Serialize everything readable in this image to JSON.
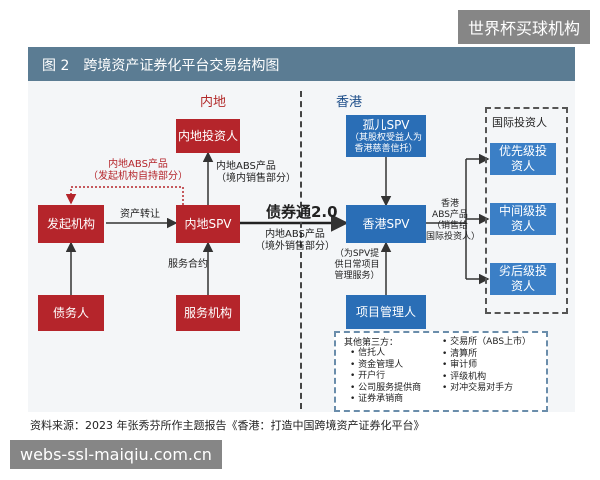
{
  "watermark_top": "世界杯买球机构",
  "watermark_bottom": "webs-ssl-maiqiu.com.cn",
  "figure": {
    "title": "图 2　跨境资产证券化平台交易结构图",
    "source": "资料来源：2023 年张秀芬所作主题报告《香港：打造中国跨境资产证券化平台》"
  },
  "regions": {
    "mainland": "内地",
    "hongkong": "香港"
  },
  "boxes": {
    "mainland_investor": "内地投资人",
    "originator": "发起机构",
    "mainland_spv": "内地SPV",
    "debtor": "债务人",
    "servicer": "服务机构",
    "orphan_spv": "孤儿SPV",
    "orphan_spv_note": "（其股权受益人为香港慈善信托）",
    "hk_spv": "香港SPV",
    "project_manager": "项目管理人",
    "intl_investors_label": "国际投资人",
    "senior": "优先级投资人",
    "mezzanine": "中间级投资人",
    "junior": "劣后级投资人"
  },
  "edge_labels": {
    "self_hold_1": "内地ABS产品",
    "self_hold_2": "（发起机构自持部分）",
    "domestic_sale_1": "内地ABS产品",
    "domestic_sale_2": "（境内销售部分）",
    "asset_transfer": "资产转让",
    "service_contract": "服务合约",
    "bond_connect": "债券通2.0",
    "overseas_sale_1": "内地ABS产品",
    "overseas_sale_2": "（境外销售部分）",
    "hk_abs_1": "香港",
    "hk_abs_2": "ABS产品",
    "hk_abs_3": "（销售给",
    "hk_abs_4": "国际投资人）",
    "pm_service_1": "（为SPV提",
    "pm_service_2": "供日常项目",
    "pm_service_3": "管理服务）"
  },
  "third_parties": {
    "title": "其他第三方：",
    "left": [
      "信托人",
      "资金管理人",
      "开户行",
      "公司服务提供商",
      "证券承销商"
    ],
    "right": [
      "交易所（ABS上市）",
      "清算所",
      "审计师",
      "评级机构",
      "对冲交易对手方"
    ]
  }
}
